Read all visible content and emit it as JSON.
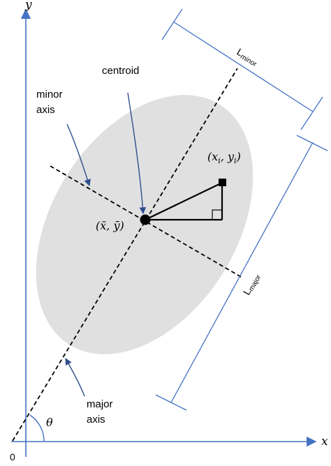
{
  "axes": {
    "x_label": "x",
    "y_label": "y",
    "origin_label": "0",
    "theta_label": "θ"
  },
  "labels": {
    "centroid": "centroid",
    "minor_axis_line1": "minor",
    "minor_axis_line2": "axis",
    "major_axis_line1": "major",
    "major_axis_line2": "axis",
    "centroid_coord": "(x̄, ȳ)",
    "point_coord_open": "(",
    "point_coord_x": "x",
    "point_coord_i1": "i",
    "point_coord_comma": ", ",
    "point_coord_y": "y",
    "point_coord_i2": "i",
    "point_coord_close": ")",
    "l_minor_base": "L",
    "l_minor_sub": "minor",
    "l_major_base": "L",
    "l_major_sub": "major"
  },
  "colors": {
    "axis_blue": "#4472c4",
    "pointer_blue": "#2f4f8f",
    "ellipse_fill": "#e0e0e0",
    "ink": "#000000",
    "dimension_blue": "#4472c4"
  }
}
